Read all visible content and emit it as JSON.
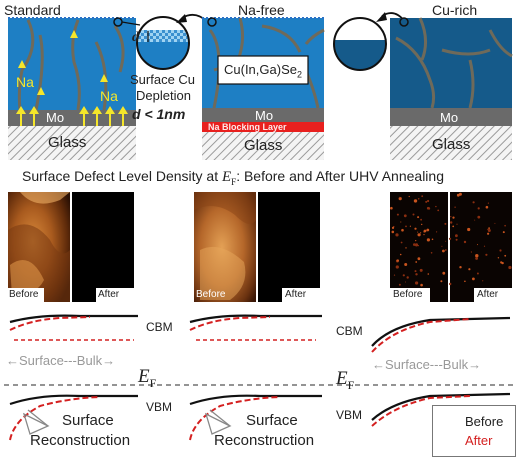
{
  "schematics": [
    {
      "title": "Standard",
      "na_label": "Na",
      "mo_label": "Mo",
      "glass_label": "Glass"
    },
    {
      "title": "Na-free",
      "film_label": "Cu(In,Ga)Se",
      "film_sub": "2",
      "mo_label": "Mo",
      "blocking_label": "Na Blocking Layer",
      "glass_label": "Glass"
    },
    {
      "title": "Cu-rich",
      "mo_label": "Mo",
      "glass_label": "Glass"
    }
  ],
  "zoom": {
    "d_label": "d",
    "caption_line1": "Surface Cu",
    "caption_line2": "Depletion",
    "d_value": "d < 1nm"
  },
  "section_title": {
    "prefix": "Surface Defect Level Density at ",
    "ef_main": "E",
    "ef_sub": "F",
    "suffix": ": Before and After UHV Annealing"
  },
  "maps": [
    {
      "before": "Before",
      "after": "After"
    },
    {
      "before": "Before",
      "after": "After"
    },
    {
      "before": "Before",
      "after": "After"
    }
  ],
  "band": {
    "cbm": "CBM",
    "vbm": "VBM",
    "surface_bulk": "←Surface---Bulk→",
    "ef_main": "E",
    "ef_sub": "F",
    "surface_reconstruction_1": "Surface",
    "surface_reconstruction_2": "Reconstruction"
  },
  "legend": {
    "before": "Before",
    "after": "After"
  },
  "colors": {
    "film_blue": "#1e7fc4",
    "dark_blue": "#155a8a",
    "mo_gray": "#6a6a6a",
    "blocking_red": "#e8201e",
    "arrow_yellow": "#f5e62a",
    "after_red": "#d42020"
  }
}
